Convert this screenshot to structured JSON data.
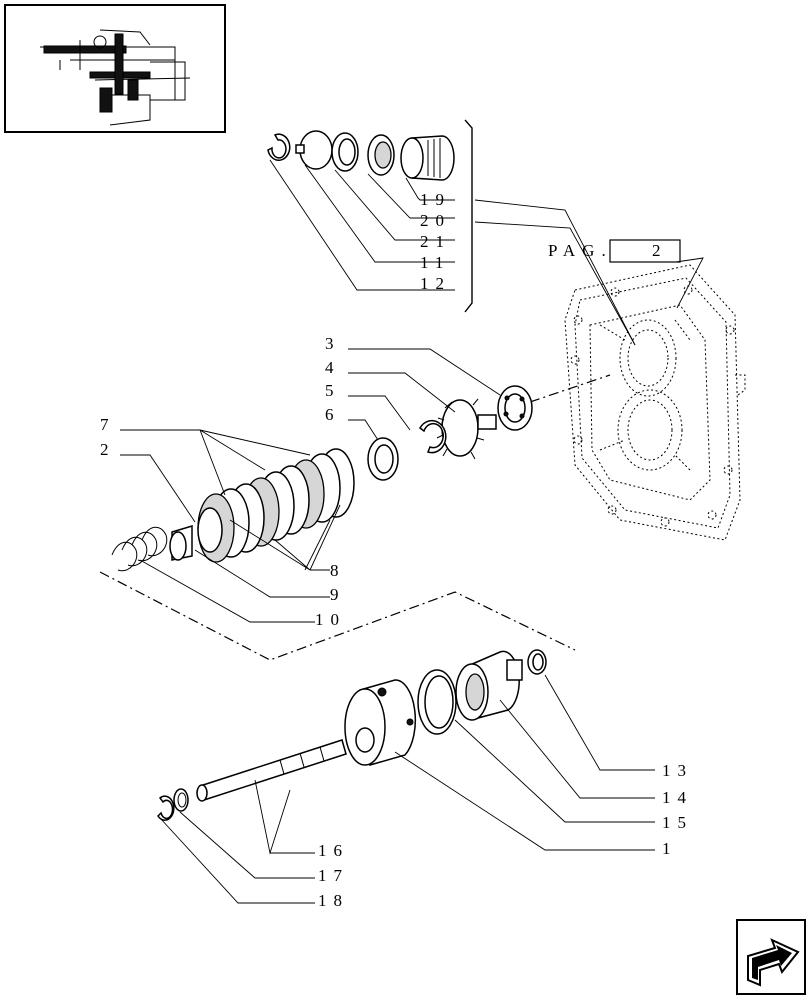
{
  "page_reference": {
    "prefix": "PAG.",
    "number": "2"
  },
  "callouts": [
    {
      "id": "c19",
      "text": "19"
    },
    {
      "id": "c20",
      "text": "20"
    },
    {
      "id": "c21",
      "text": "21"
    },
    {
      "id": "c11",
      "text": "11"
    },
    {
      "id": "c12",
      "text": "12"
    },
    {
      "id": "c3",
      "text": "3"
    },
    {
      "id": "c4",
      "text": "4"
    },
    {
      "id": "c5",
      "text": "5"
    },
    {
      "id": "c6",
      "text": "6"
    },
    {
      "id": "c7",
      "text": "7"
    },
    {
      "id": "c2",
      "text": "2"
    },
    {
      "id": "c8",
      "text": "8"
    },
    {
      "id": "c9",
      "text": "9"
    },
    {
      "id": "c10",
      "text": "10"
    },
    {
      "id": "c13",
      "text": "13"
    },
    {
      "id": "c14",
      "text": "14"
    },
    {
      "id": "c15",
      "text": "15"
    },
    {
      "id": "c1",
      "text": "1"
    },
    {
      "id": "c16",
      "text": "16"
    },
    {
      "id": "c17",
      "text": "17"
    },
    {
      "id": "c18",
      "text": "18"
    }
  ],
  "icons": {
    "thumbnail": "assembly-location-thumbnail",
    "navigation": "next-page-arrow-icon"
  }
}
